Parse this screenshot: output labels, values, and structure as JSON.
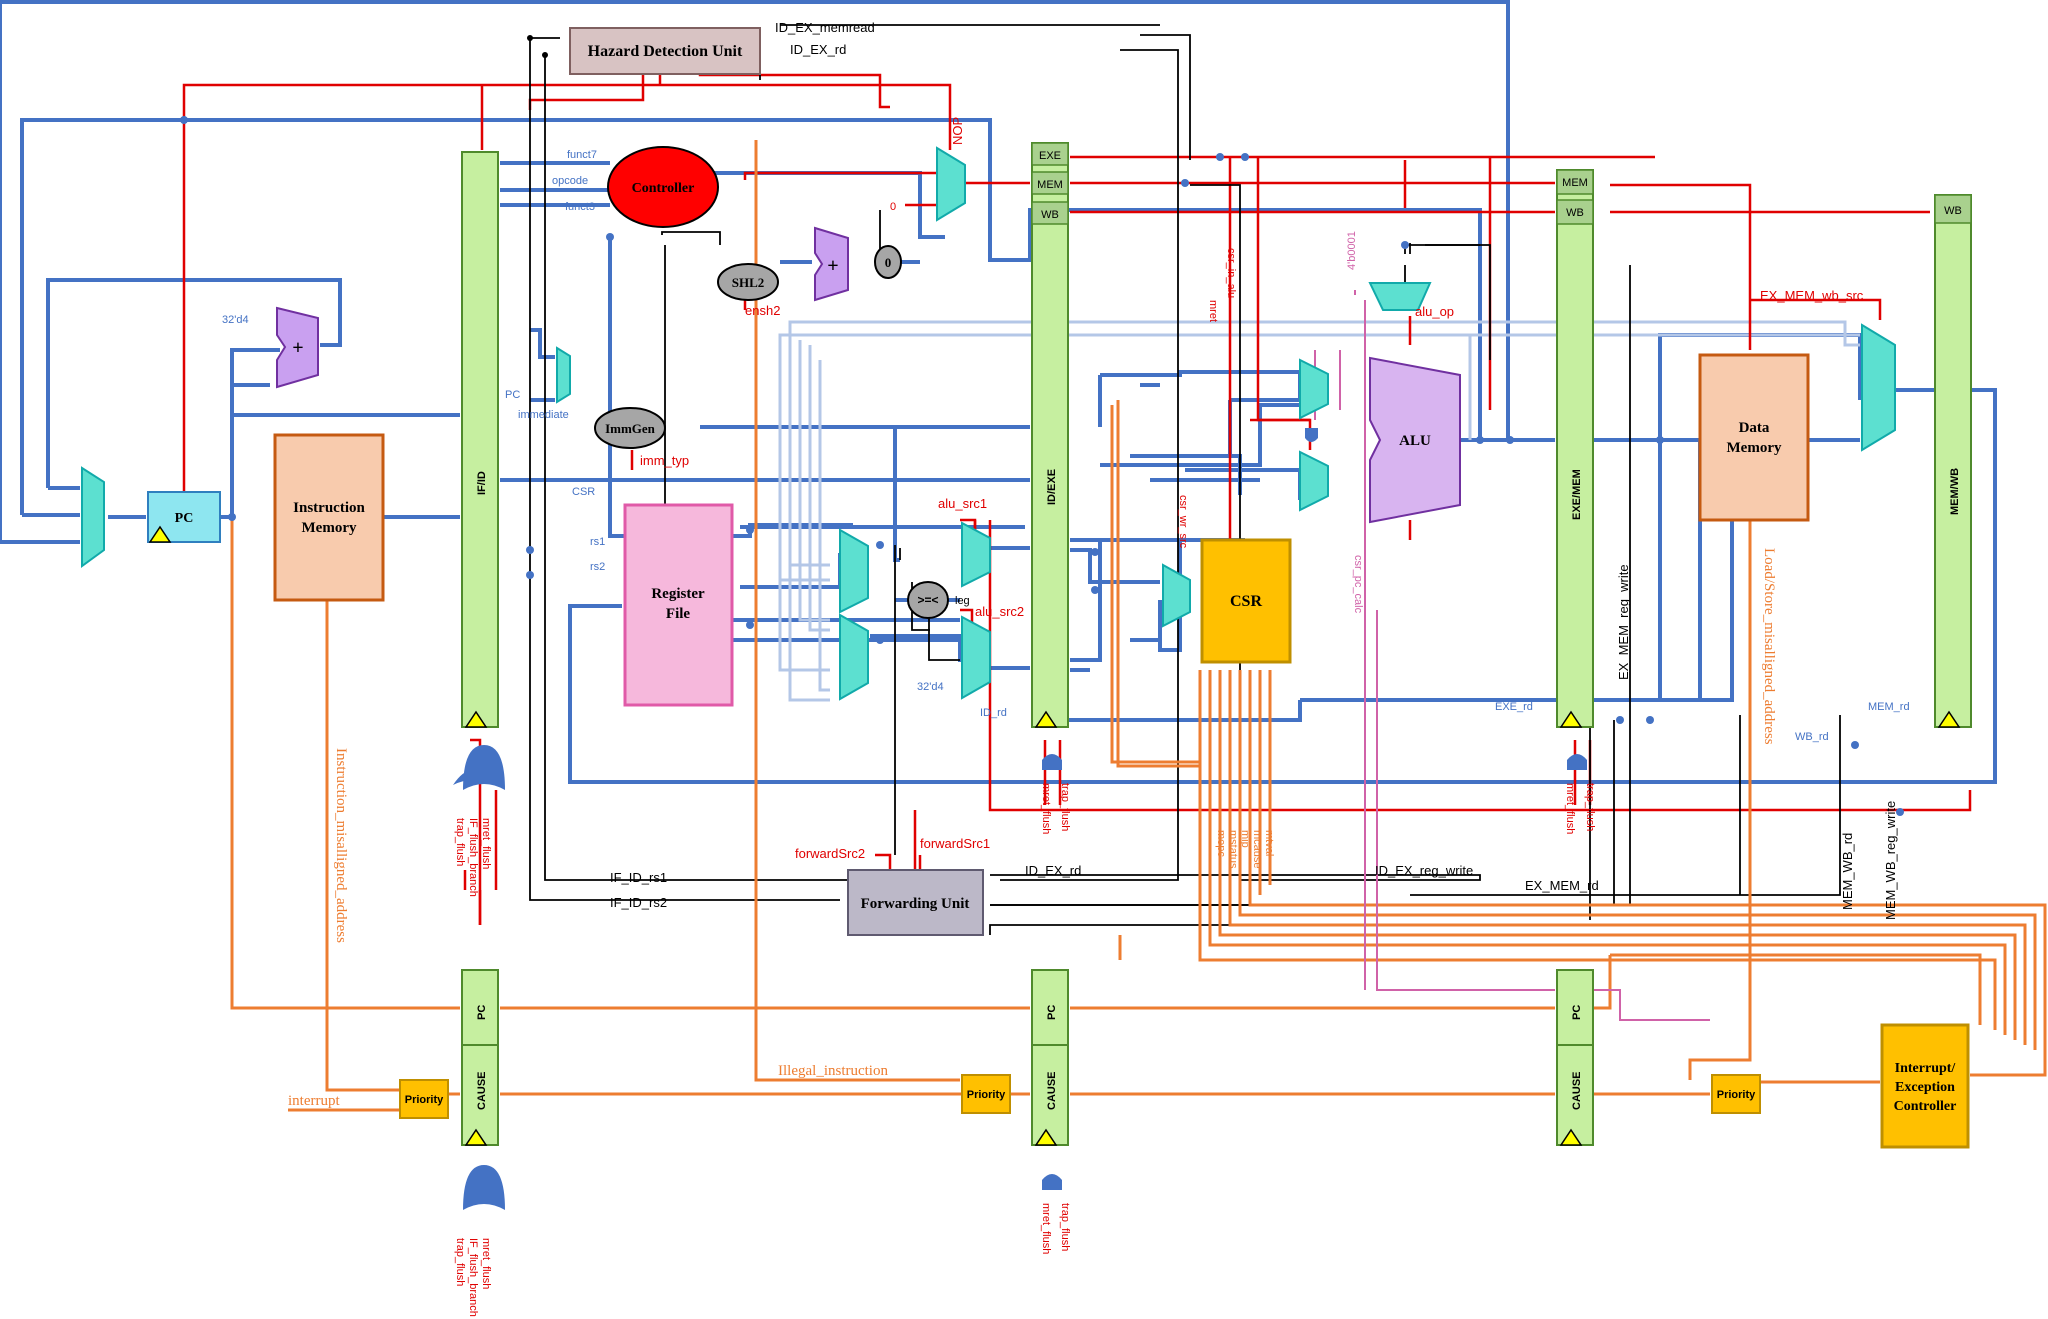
{
  "blocks": {
    "hazard": "Hazard Detection Unit",
    "controller": "Controller",
    "shl2": "SHL2",
    "zero": "0",
    "adder": "+",
    "pc": "PC",
    "imem_l1": "Instruction",
    "imem_l2": "Memory",
    "immgen": "ImmGen",
    "regfile_l1": "Register",
    "regfile_l2": "File",
    "cmp": ">=<",
    "alu": "ALU",
    "csr": "CSR",
    "dmem_l1": "Data",
    "dmem_l2": "Memory",
    "fwd": "Forwarding Unit",
    "intc_l1": "Interrupt/",
    "intc_l2": "Exception",
    "intc_l3": "Controller",
    "priority": "Priority"
  },
  "pipeline_regs": {
    "ifid": "IF/ID",
    "idexe": "ID/EXE",
    "exemem": "EXE/MEM",
    "memwb": "MEM/WB",
    "exe": "EXE",
    "mem": "MEM",
    "wb": "WB",
    "pc": "PC",
    "cause": "CAUSE"
  },
  "signals": {
    "id_ex_memread": "ID_EX_memread",
    "id_ex_rd": "ID_EX_rd",
    "nop": "NOP",
    "funct7": "funct7",
    "opcode": "opcode",
    "funct3": "funct3",
    "zero_in": "0",
    "c32d4": "32'd4",
    "c32d4b": "32'd4",
    "ensh2": "ensh2",
    "pc_lbl": "PC",
    "immediate": "immediate",
    "imm_typ": "imm_typ",
    "csr_lbl": "CSR",
    "rs1": "rs1",
    "rs2": "rs2",
    "alu_src1": "alu_src1",
    "alu_src2": "alu_src2",
    "leg": "leg",
    "id_rd": "ID_rd",
    "mret": "mret",
    "csr_in_alu": "csr_in_alu",
    "csr_wr_src": "csr_wr_src",
    "b0001": "4'b0001",
    "alu_op": "alu_op",
    "csr_pc_calc": "csr_pc_calc",
    "exe_rd": "EXE_rd",
    "mem_rd": "MEM_rd",
    "wb_rd": "WB_rd",
    "ex_mem_wb_src": "EX_MEM_wb_src",
    "ex_mem_reg_write": "EX_MEM_reg_write",
    "ls_misaligned": "Load/Store_misalligned_address",
    "instr_misaligned": "Instruction_misalligned_address",
    "mem_wb_rd": "MEM_WB_rd",
    "mem_wb_reg_write": "MEM_WB_reg_write",
    "forwardsrc1": "forwardSrc1",
    "forwardsrc2": "forwardSrc2",
    "if_id_rs1": "IF_ID_rs1",
    "if_id_rs2": "IF_ID_rs2",
    "id_ex_rd2": "ID_EX_rd",
    "id_ex_reg_write": "ID_EX_reg_write",
    "ex_mem_rd": "EX_MEM_rd",
    "mepc": "mepc",
    "mstatus": "mstatus",
    "mip": "mip",
    "mcause": "mcause",
    "mtval": "mtval",
    "interrupt": "interrupt",
    "illegal": "Illegal_instruction",
    "mret_flush": "mret_flush",
    "if_flush_branch": "IF_flush_branch",
    "trap_flush": "trap_flush"
  },
  "colors": {
    "bus_blue": "#4472c4",
    "light_blue": "#b4c7e7",
    "control_red": "#e00000",
    "exception_orange": "#ed7d31",
    "csr_pink": "#d062a8",
    "pipe_green": "#c6efa0",
    "mux_cyan": "#5ce0d0",
    "adder_purple": "#c9a0f0"
  }
}
